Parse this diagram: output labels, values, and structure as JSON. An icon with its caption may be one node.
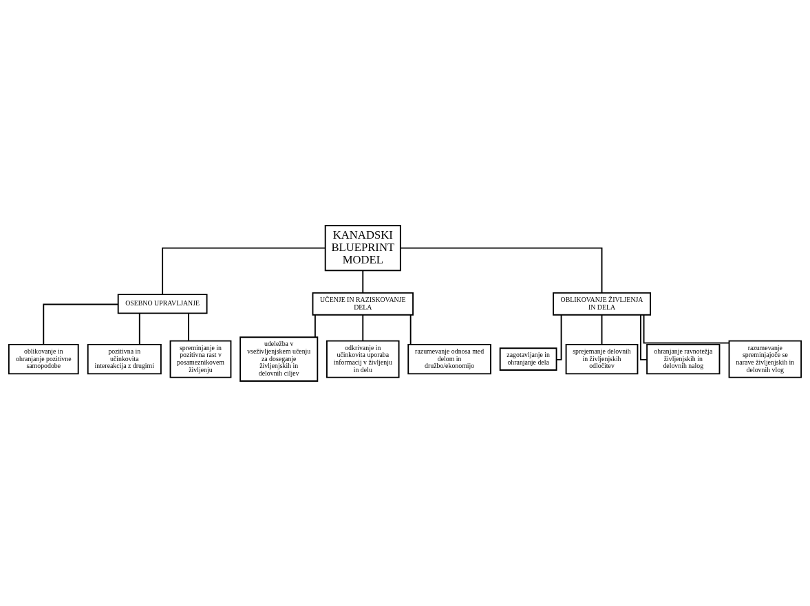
{
  "diagram": {
    "nodes": [
      {
        "text": [
          "KANADSKI BLUEPRINT MODEL"
        ]
      },
      {
        "text": [
          "OSEBNO UPRAVLJANJE"
        ]
      },
      {
        "text": [
          "UČENJE IN RAZISKOVANJE DELA"
        ]
      },
      {
        "text": [
          "OBLIKOVANJE ŽIVLJENJA IN DELA"
        ]
      },
      {
        "text": [
          "oblikovanje in ohranjanje pozitivne samopodobe"
        ]
      },
      {
        "text": [
          "pozitivna in učinkovita intereakcija z drugimi"
        ]
      },
      {
        "text": [
          "spreminjanje in pozitivna rast v posameznikovem življenju"
        ]
      },
      {
        "text": [
          "udeležba v vseživljenjskem učenju za doseganje življenjskih in delovnih ciljev"
        ]
      },
      {
        "text": [
          "odkrivanje in učinkovita uporaba informacij v življenju in delu"
        ]
      },
      {
        "text": [
          "razumevanje odnosa med delom in družbo/ekonomijo"
        ]
      },
      {
        "text": [
          "zagotavljanje in ohranjanje dela"
        ]
      },
      {
        "text": [
          "sprejemanje delovnih in življenjskih odločitev"
        ]
      },
      {
        "text": [
          "ohranjanje ravnotežja življenjskih in delovnih nalog"
        ]
      },
      {
        "text": [
          "razumevanje spreminjajoče se narave življenjskih in delovnih vlog"
        ]
      }
    ],
    "edges": [
      {
        "from": 0,
        "to": 1,
        "arrow": "none"
      },
      {
        "from": 0,
        "to": 2,
        "arrow": "none"
      },
      {
        "from": 0,
        "to": 3,
        "arrow": "none"
      },
      {
        "from": 1,
        "to": 4,
        "arrow": "none"
      },
      {
        "from": 1,
        "to": 5,
        "arrow": "none"
      },
      {
        "from": 1,
        "to": 6,
        "arrow": "none"
      },
      {
        "from": 2,
        "to": 7,
        "arrow": "none"
      },
      {
        "from": 2,
        "to": 8,
        "arrow": "none"
      },
      {
        "from": 2,
        "to": 9,
        "arrow": "none"
      },
      {
        "from": 3,
        "to": 10,
        "arrow": "none"
      },
      {
        "from": 3,
        "to": 11,
        "arrow": "none"
      },
      {
        "from": 3,
        "to": 12,
        "arrow": "none"
      },
      {
        "from": 3,
        "to": 13,
        "arrow": "none"
      }
    ]
  }
}
